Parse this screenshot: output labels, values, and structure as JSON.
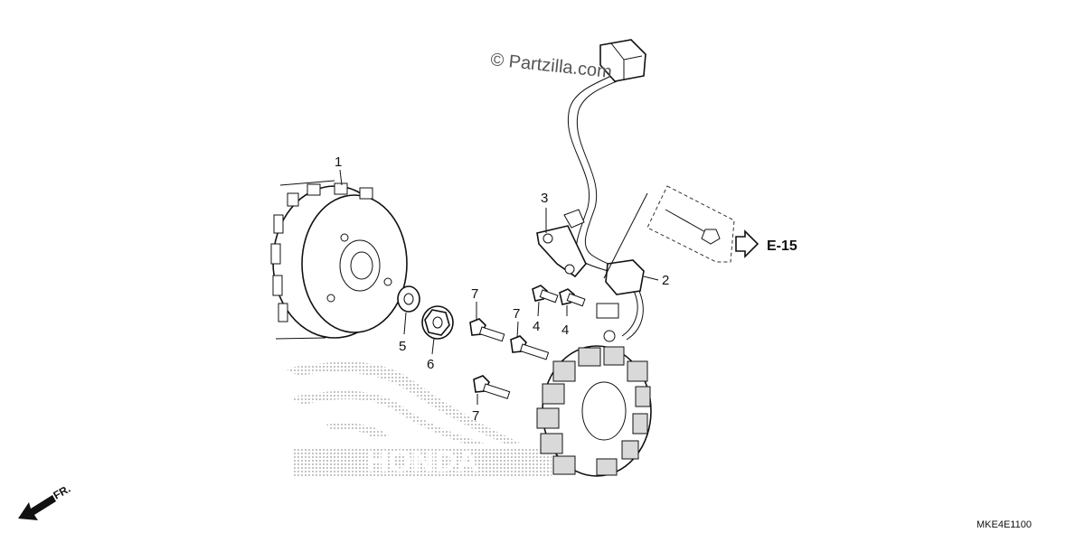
{
  "watermark": "© Partzilla.com",
  "diagram_code": "MKE4E1100",
  "reference": "E-15",
  "front_label": "FR.",
  "callouts": [
    {
      "id": "1",
      "name": "flywheel"
    },
    {
      "id": "2",
      "name": "stator-wire-grommet"
    },
    {
      "id": "3",
      "name": "wire-clamp"
    },
    {
      "id": "4",
      "name": "bolt-small-a"
    },
    {
      "id": "4",
      "name": "bolt-small-b"
    },
    {
      "id": "5",
      "name": "washer"
    },
    {
      "id": "6",
      "name": "flange-nut"
    },
    {
      "id": "7",
      "name": "stator-bolt-a"
    },
    {
      "id": "7",
      "name": "stator-bolt-b"
    },
    {
      "id": "7",
      "name": "stator-bolt-c"
    }
  ],
  "logo_text": "HONDA"
}
